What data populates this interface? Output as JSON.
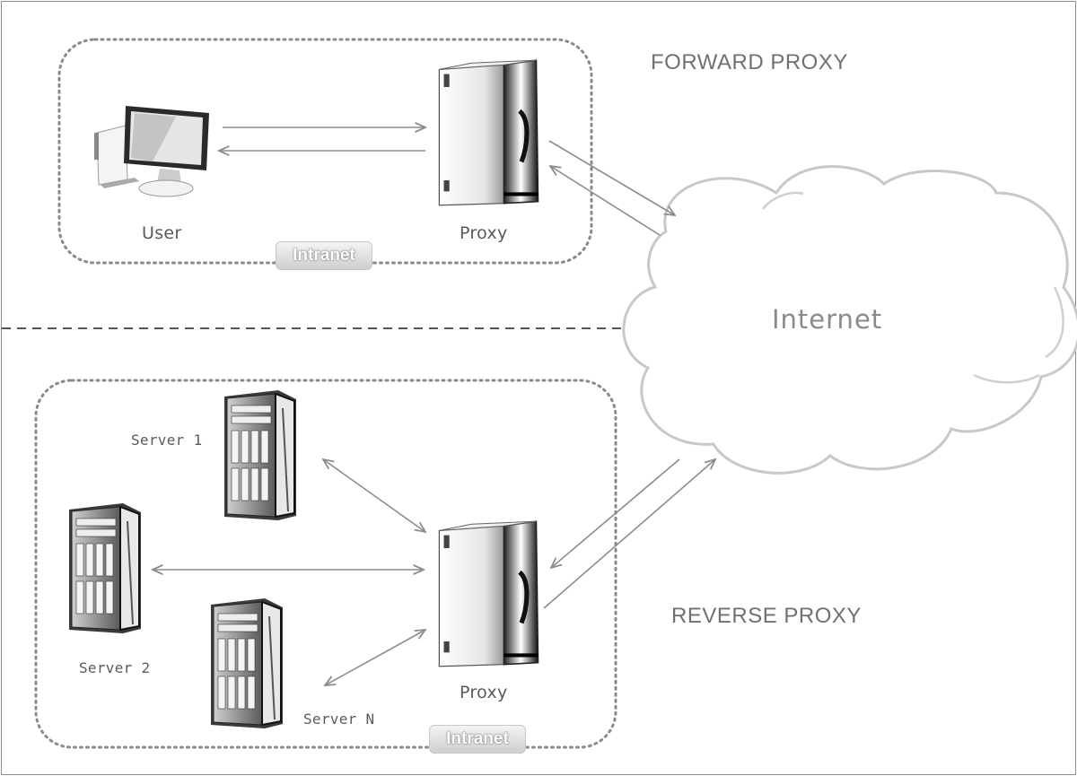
{
  "forward": {
    "title": "FORWARD PROXY",
    "user_label": "User",
    "proxy_label": "Proxy",
    "zone_label": "Intranet"
  },
  "reverse": {
    "title": "REVERSE PROXY",
    "proxy_label": "Proxy",
    "zone_label": "Intranet",
    "servers": [
      "Server 1",
      "Server 2",
      "Server N"
    ]
  },
  "internet_label": "Internet"
}
